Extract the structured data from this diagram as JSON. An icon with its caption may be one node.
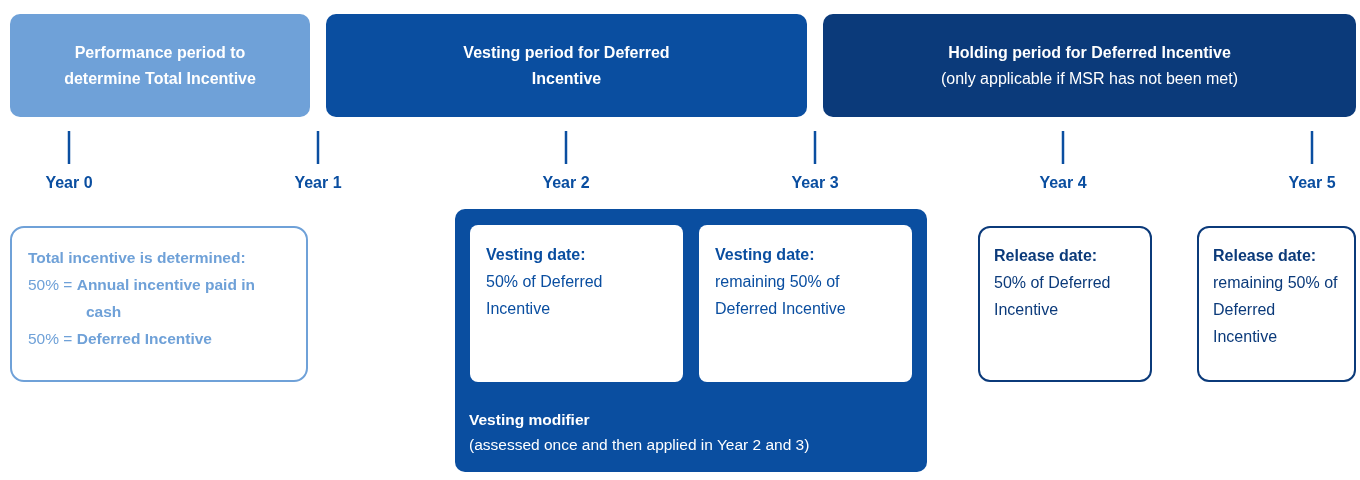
{
  "diagram": {
    "nodes": [
      {
        "text": [
          "Performance period to determine Total Incentive"
        ]
      },
      {
        "text": [
          "Vesting period for Deferred Incentive"
        ]
      },
      {
        "text": [
          "Holding period for Deferred Incentive",
          "(only applicable if MSR has not been met)"
        ]
      },
      {
        "text": [
          "Total incentive is determined:",
          "50% = **Annual incentive paid in cash**",
          "50% = **Deferred Incentive**"
        ]
      },
      {
        "text": [
          "Vesting modifier",
          "(assessed once and then applied in Year 2 and 3)"
        ]
      },
      {
        "text": [
          "Vesting date:",
          "50% of Deferred Incentive"
        ],
        "in": 4
      },
      {
        "text": [
          "Vesting date:",
          "remaining 50% of Deferred Incentive"
        ],
        "in": 4
      },
      {
        "text": [
          "Release date:",
          "50% of Deferred Incentive"
        ]
      },
      {
        "text": [
          "Release date:",
          "remaining 50% of Deferred Incentive"
        ]
      }
    ],
    "labels": [
      "Year 0",
      "Year 1",
      "Year 2",
      "Year 3",
      "Year 4",
      "Year 5"
    ]
  }
}
